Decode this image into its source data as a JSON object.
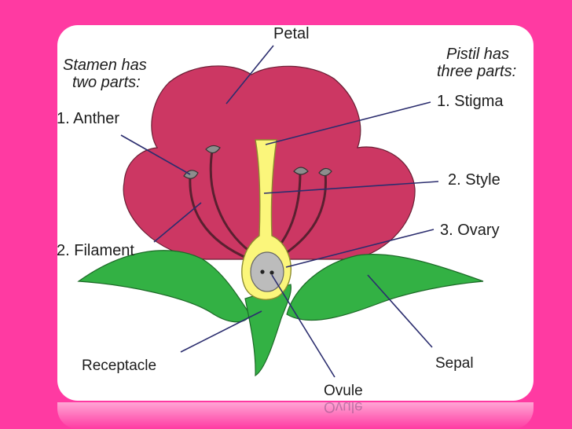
{
  "colors": {
    "background": "#ff3aa2",
    "petal": "#cc3763",
    "leaf": "#33b144",
    "pistil": "#fbf67b",
    "ovule": "#bcbcbc",
    "line": "#2b2d6e"
  },
  "labels": {
    "petal": "Petal",
    "stamen_heading_1": "Stamen has",
    "stamen_heading_2": "two parts:",
    "anther": "1. Anther",
    "filament": "2. Filament",
    "receptacle": "Receptacle",
    "pistil_heading_1": "Pistil has",
    "pistil_heading_2": "three parts:",
    "stigma": "1. Stigma",
    "style": "2. Style",
    "ovary": "3. Ovary",
    "sepal": "Sepal",
    "ovule": "Ovule",
    "ovule_reflection": "Ovule"
  }
}
